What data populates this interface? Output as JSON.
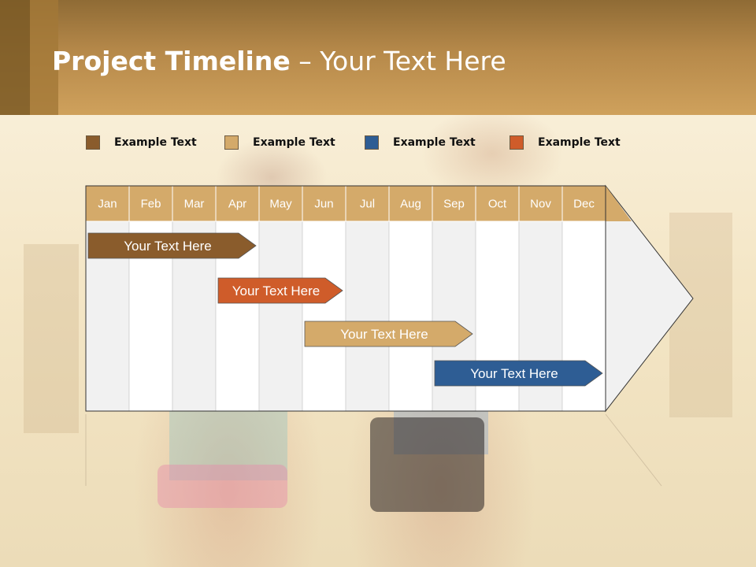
{
  "slide": {
    "title_bold": "Project Timeline",
    "title_rest": " – Your Text Here"
  },
  "legend": [
    {
      "label": "Example Text",
      "color": "#8a5c2c"
    },
    {
      "label": "Example Text",
      "color": "#d4aa6a"
    },
    {
      "label": "Example Text",
      "color": "#2e5d94"
    },
    {
      "label": "Example Text",
      "color": "#cf5c2a"
    }
  ],
  "timeline": {
    "months": [
      "Jan",
      "Feb",
      "Mar",
      "Apr",
      "May",
      "Jun",
      "Jul",
      "Aug",
      "Sep",
      "Oct",
      "Nov",
      "Dec"
    ],
    "tasks": [
      {
        "label": "Your  Text Here",
        "start_month": "Jan",
        "end_month": "Apr",
        "color": "#8a5c2c"
      },
      {
        "label": "Your  Text Here",
        "start_month": "Apr",
        "end_month": "Jun",
        "color": "#cf5c2a"
      },
      {
        "label": "Your  Text Here",
        "start_month": "Jun",
        "end_month": "Sep",
        "color": "#d4aa6a"
      },
      {
        "label": "Your  Text Here",
        "start_month": "Sep",
        "end_month": "Dec",
        "color": "#2e5d94"
      }
    ]
  }
}
